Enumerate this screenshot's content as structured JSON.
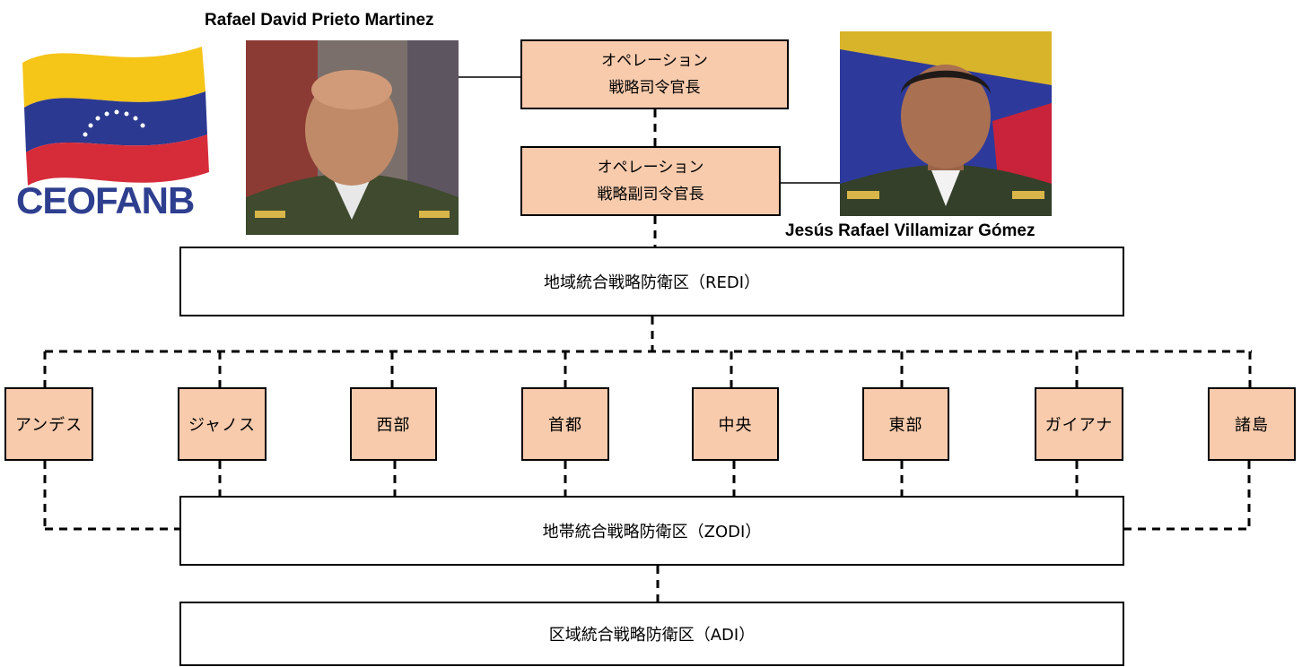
{
  "logo": {
    "text": "CEOFANB"
  },
  "commander": {
    "name": "Rafael David Prieto Martinez",
    "title_line1": "オペレーション",
    "title_line2": "戦略司令官長"
  },
  "deputy": {
    "name": "Jesús Rafael Villamizar Gómez",
    "title_line1": "オペレーション",
    "title_line2": "戦略副司令官長"
  },
  "levels": {
    "redi": "地域統合戦略防衛区（REDI）",
    "zodi": "地帯統合戦略防衛区（ZODI）",
    "adi": "区域統合戦略防衛区（ADI）"
  },
  "regions": [
    "アンデス",
    "ジャノス",
    "西部",
    "首都",
    "中央",
    "東部",
    "ガイアナ",
    "諸島"
  ],
  "colors": {
    "box_fill": "#f8cbad",
    "flag_yellow": "#f5c518",
    "flag_blue": "#2b3990",
    "flag_red": "#d62c3a",
    "logo_text": "#2e3f8f"
  }
}
